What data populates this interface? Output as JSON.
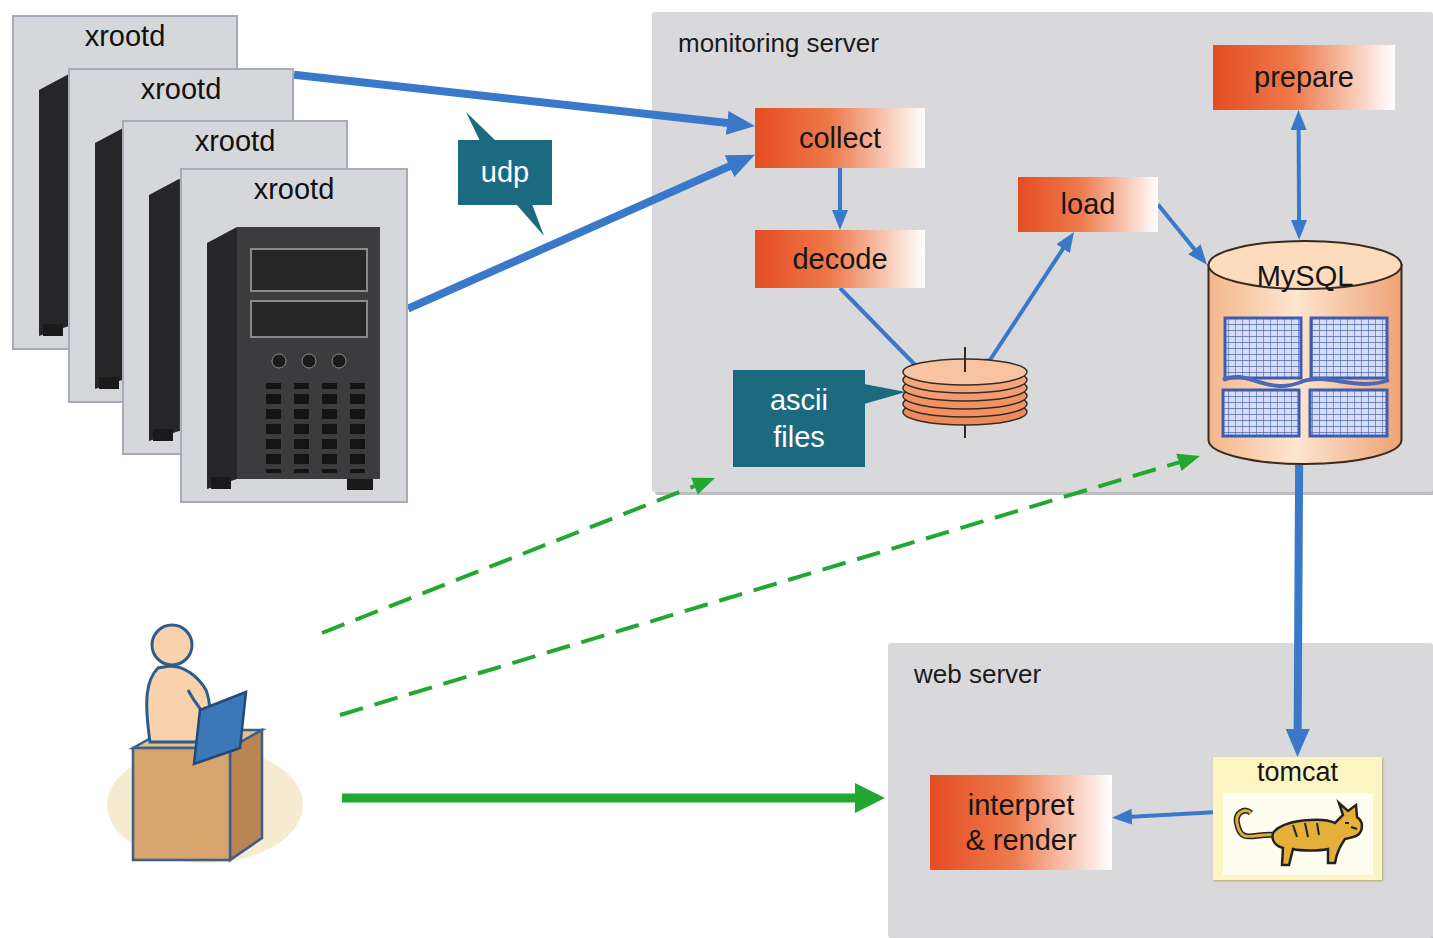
{
  "diagram": {
    "nodes": [
      {
        "text": [
          "xrootd"
        ]
      },
      {
        "text": [
          "xrootd"
        ]
      },
      {
        "text": [
          "xrootd"
        ]
      },
      {
        "text": [
          "xrootd"
        ]
      },
      {
        "text": [
          "udp"
        ]
      },
      {
        "text": [
          "monitoring server"
        ]
      },
      {
        "text": [
          "collect"
        ],
        "in": 5
      },
      {
        "text": [
          "decode"
        ],
        "in": 5
      },
      {
        "text": [
          "load"
        ],
        "in": 5
      },
      {
        "text": [
          "prepare"
        ],
        "in": 5
      },
      {
        "text": [
          "MySQL"
        ],
        "in": 5
      },
      {
        "text": [
          "ascii files"
        ],
        "in": 5
      },
      {
        "text": [
          "web server"
        ]
      },
      {
        "text": [
          "tomcat"
        ],
        "in": 12
      },
      {
        "text": [
          "interpret & render"
        ],
        "in": 12
      }
    ],
    "edges": [
      {
        "from": 1,
        "to": 6,
        "arrow": "to"
      },
      {
        "from": 3,
        "to": 6,
        "arrow": "to"
      },
      {
        "from": 6,
        "to": 7,
        "arrow": "to"
      },
      {
        "from": 7,
        "to": 8,
        "arrow": "to"
      },
      {
        "from": 8,
        "to": 10,
        "arrow": "to"
      },
      {
        "from": 9,
        "to": 10,
        "arrow": "both"
      },
      {
        "from": 10,
        "to": 13,
        "arrow": "to"
      },
      {
        "from": 13,
        "to": 14,
        "arrow": "to"
      }
    ]
  }
}
